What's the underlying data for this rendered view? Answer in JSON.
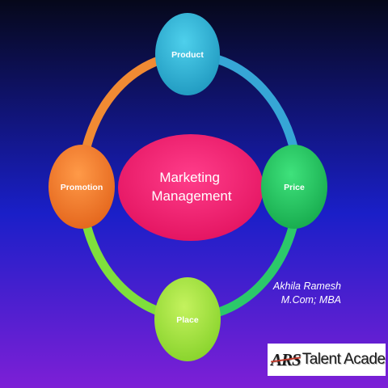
{
  "diagram": {
    "center_lines": [
      "Marketing",
      "Management"
    ],
    "nodes": {
      "product": "Product",
      "price": "Price",
      "place": "Place",
      "promotion": "Promotion"
    }
  },
  "author": {
    "name": "Akhila Ramesh",
    "degrees": "M.Com; MBA"
  },
  "logo": {
    "mark": "ARS",
    "text": "Talent Academy"
  },
  "colors": {
    "background_top": "#07091a",
    "background_mid": "#1a1fc8",
    "background_bottom": "#7d1fd6",
    "center": "#ee1f6f",
    "product": "#2fb0d0",
    "price": "#22c65e",
    "place": "#9ee83a",
    "promotion": "#f07b2a",
    "text": "#ffffff"
  }
}
